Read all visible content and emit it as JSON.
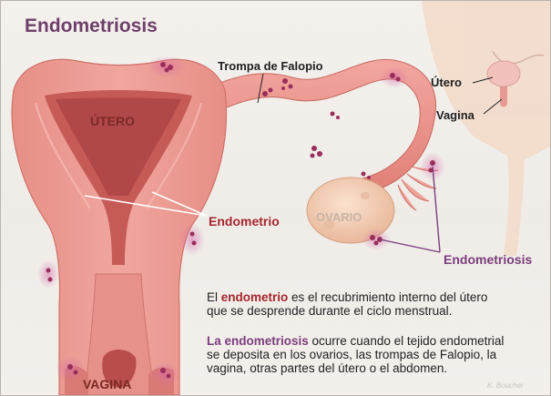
{
  "title": "Endometriosis",
  "labels": {
    "fallopian_tube": "Trompa de Falopio",
    "uterus_inset": "Útero",
    "vagina_inset": "Vagina",
    "uterus": "ÚTERO",
    "endometrium": "Endometrio",
    "ovary": "OVARIO",
    "endometriosis": "Endometriosis",
    "vagina": "VAGINA"
  },
  "caption": {
    "p1": {
      "pre": "El ",
      "term": "endometrio",
      "line1_rest": " es el recubrimiento interno del útero",
      "line2": "que se desprende durante el ciclo menstrual."
    },
    "p2": {
      "term": "La endometriosis",
      "line1_rest": " ocurre cuando el tejido endometrial",
      "line2": "se deposita en los ovarios, las trompas de Falopio, la",
      "line3": "vagina, otras partes del útero o el abdomen."
    }
  },
  "signature": "K. Boucher",
  "colors": {
    "title": "#6e3f6a",
    "endometrium_label": "#a5262d",
    "endometriosis_label": "#7a3d7c",
    "tissue": "#e8928a",
    "lesion": "#9a2e5a"
  }
}
